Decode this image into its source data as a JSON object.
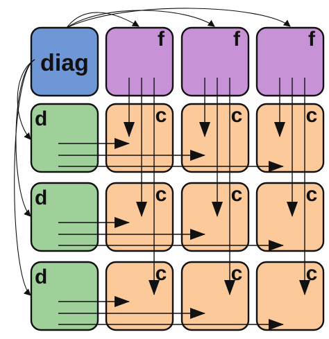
{
  "labels": {
    "diag": "diag",
    "f": "f",
    "c": "c",
    "d": "d"
  },
  "grid": {
    "rows": 4,
    "cols": 4
  },
  "colors": {
    "diag": "#6f97d6",
    "f": "#c893d6",
    "d": "#9fd09a",
    "c": "#fcc99a",
    "line": "#111111"
  },
  "tiles": [
    {
      "row": 0,
      "col": 0,
      "type": "diag"
    },
    {
      "row": 0,
      "col": 1,
      "type": "f"
    },
    {
      "row": 0,
      "col": 2,
      "type": "f"
    },
    {
      "row": 0,
      "col": 3,
      "type": "f"
    },
    {
      "row": 1,
      "col": 0,
      "type": "d"
    },
    {
      "row": 1,
      "col": 1,
      "type": "c"
    },
    {
      "row": 1,
      "col": 2,
      "type": "c"
    },
    {
      "row": 1,
      "col": 3,
      "type": "c"
    },
    {
      "row": 2,
      "col": 0,
      "type": "d"
    },
    {
      "row": 2,
      "col": 1,
      "type": "c"
    },
    {
      "row": 2,
      "col": 2,
      "type": "c"
    },
    {
      "row": 2,
      "col": 3,
      "type": "c"
    },
    {
      "row": 3,
      "col": 0,
      "type": "d"
    },
    {
      "row": 3,
      "col": 1,
      "type": "c"
    },
    {
      "row": 3,
      "col": 2,
      "type": "c"
    },
    {
      "row": 3,
      "col": 3,
      "type": "c"
    }
  ]
}
